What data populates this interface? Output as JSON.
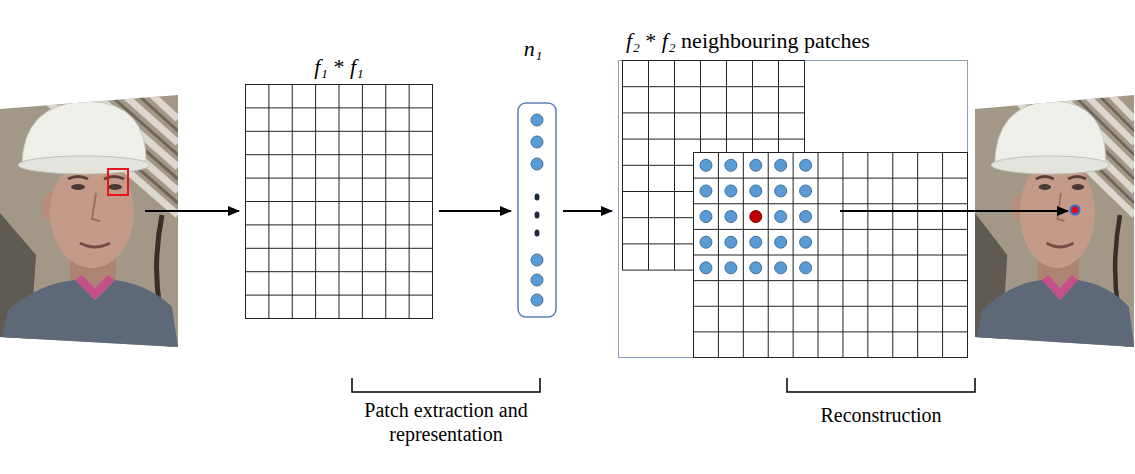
{
  "diagram": {
    "nodes": [
      {
        "text": [
          "f₁ * f₁"
        ]
      },
      {
        "text": [
          "n₁"
        ]
      },
      {
        "text": [
          "f₂ * f₂ neighbouring patches"
        ]
      }
    ],
    "edges": [
      {
        "from": 0,
        "to": 1,
        "arrow": "to"
      },
      {
        "from": 1,
        "to": 2,
        "arrow": "to"
      }
    ],
    "labels": [
      "Patch extraction and representation",
      "Reconstruction"
    ]
  }
}
